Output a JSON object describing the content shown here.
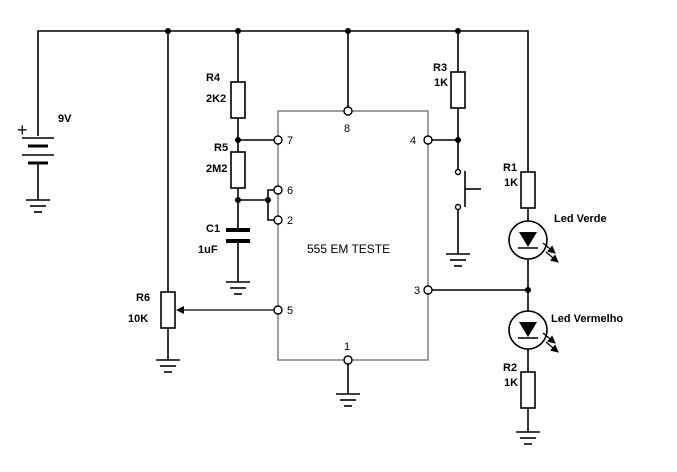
{
  "chip": {
    "name": "555 EM TESTE"
  },
  "pins": {
    "p1": "1",
    "p2": "2",
    "p3": "3",
    "p4": "4",
    "p5": "5",
    "p6": "6",
    "p7": "7",
    "p8": "8"
  },
  "battery": {
    "voltage": "9V",
    "plus": "+"
  },
  "components": {
    "r4": {
      "ref": "R4",
      "value": "2K2"
    },
    "r5": {
      "ref": "R5",
      "value": "2M2"
    },
    "c1": {
      "ref": "C1",
      "value": "1uF"
    },
    "r6": {
      "ref": "R6",
      "value": "10K"
    },
    "r3": {
      "ref": "R3",
      "value": "1K"
    },
    "r1": {
      "ref": "R1",
      "value": "1K"
    },
    "r2": {
      "ref": "R2",
      "value": "1K"
    },
    "led_green": {
      "label": "Led Verde"
    },
    "led_red": {
      "label": "Led Vermelho"
    }
  }
}
